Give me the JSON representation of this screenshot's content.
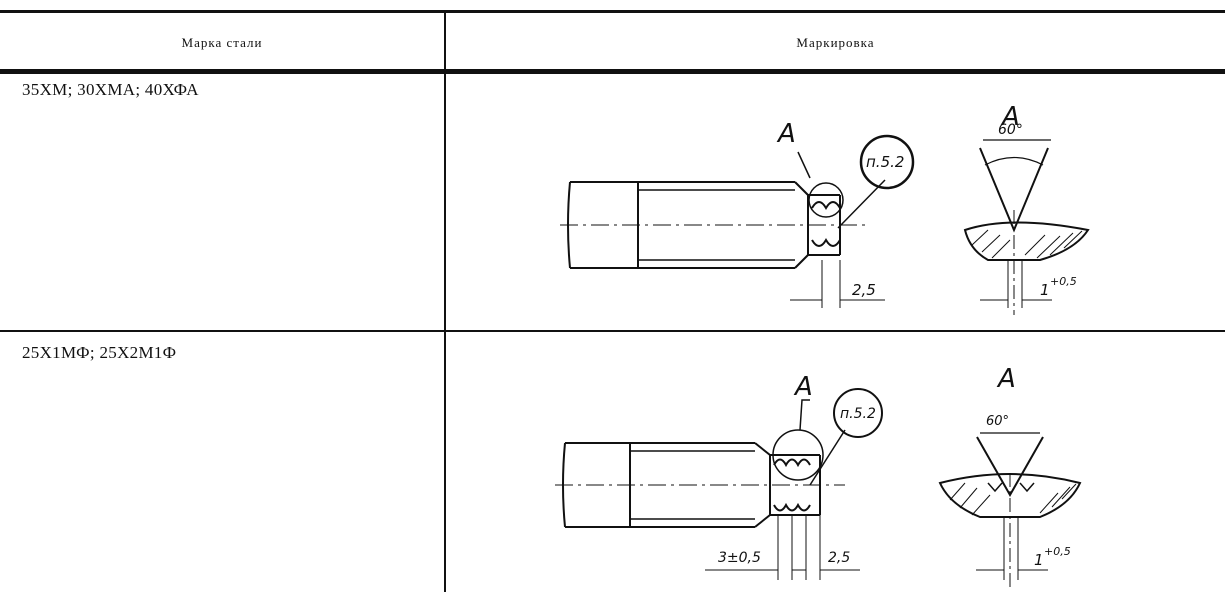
{
  "table": {
    "headers": {
      "steel_grade": "Марка стали",
      "marking": "Маркировка"
    },
    "rows": [
      {
        "steel_grade": "35ХМ; 30ХМА; 40ХФА",
        "drawing": {
          "section_label": "A",
          "view_label": "A",
          "ref_note": "п.5.2",
          "angle": "60°",
          "dim_width": "2,5",
          "dim_depth": "1",
          "dim_depth_tol": "+0,5"
        }
      },
      {
        "steel_grade": "25Х1МФ; 25Х2М1Ф",
        "drawing": {
          "section_label": "A",
          "view_label": "A",
          "ref_note": "п.5.2",
          "angle": "60°",
          "dim_spacing": "3±0,5",
          "dim_width": "2,5",
          "dim_depth": "1",
          "dim_depth_tol": "+0,5"
        }
      }
    ]
  }
}
